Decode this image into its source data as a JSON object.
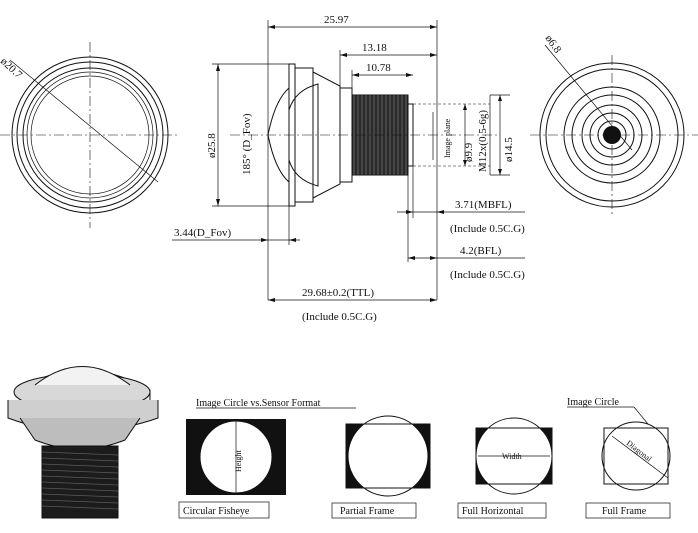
{
  "dimensions": {
    "front_diameter": "ø20.7",
    "overall_length": "25.97",
    "length_13": "13.18",
    "length_10": "10.78",
    "height_25": "ø25.8",
    "fov": "185° (D_Fov)",
    "image_plane": "Image plane",
    "inner_diameter": "ø9.9",
    "thread": "M12x(0.5-6g)",
    "outer_diameter": "ø14.5",
    "rear_diameter": "ø6.8",
    "dfov_offset": "3.44(D_Fov)",
    "mbfl": "3.71(MBFL)",
    "mbfl_note": "(Include 0.5C.G)",
    "bfl": "4.2(BFL)",
    "bfl_note": "(Include 0.5C.G)",
    "ttl": "29.68±0.2(TTL)",
    "ttl_note": "(Include 0.5C.G)"
  },
  "formats": {
    "heading": "Image Circle vs.Sensor Format",
    "circular_fisheye": "Circular Fisheye",
    "partial_frame": "Partial Frame",
    "full_horizontal": "Full Horizontal",
    "full_frame": "Full Frame",
    "height": "Height",
    "width": "Width",
    "diagonal": "Diagonal",
    "image_circle": "Image Circle"
  }
}
